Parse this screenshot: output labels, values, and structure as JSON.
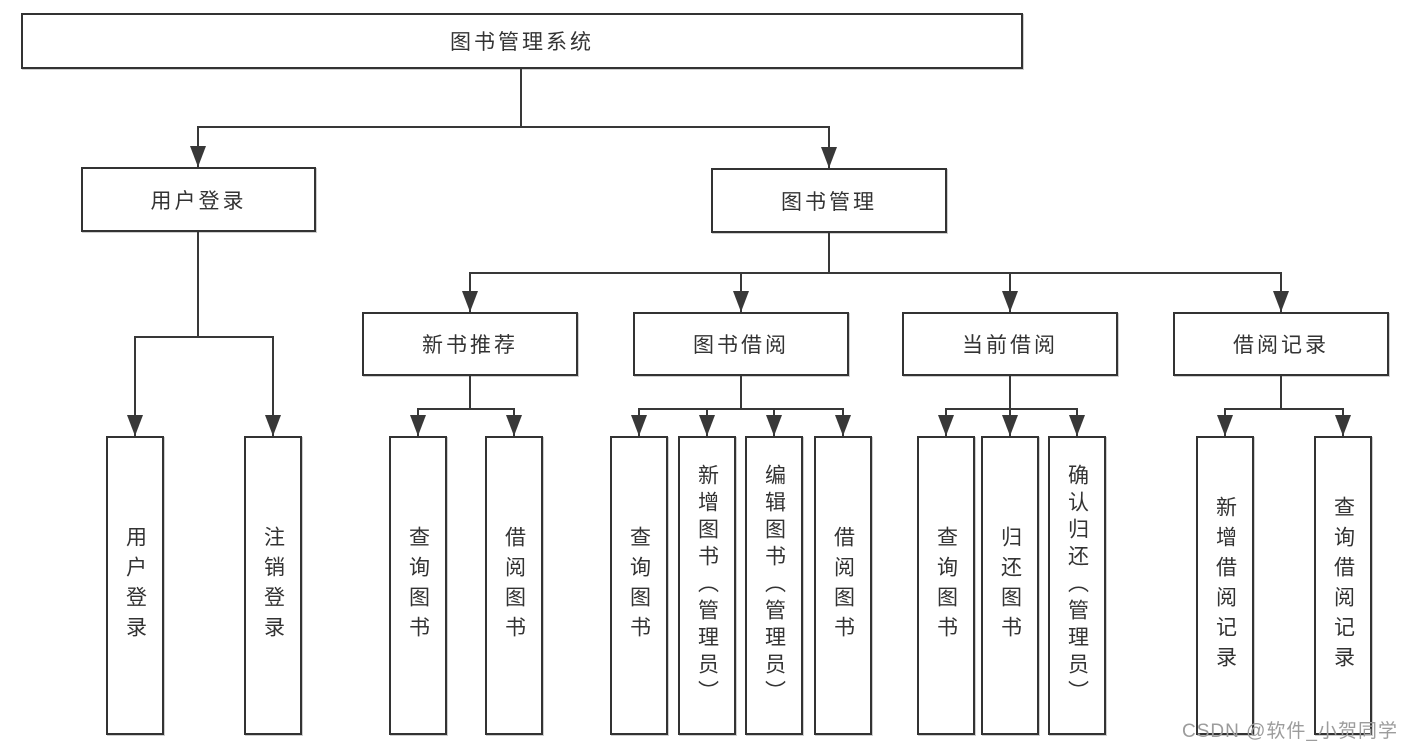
{
  "diagram": {
    "root": {
      "label": "图书管理系统"
    },
    "level2": [
      {
        "label": "用户登录"
      },
      {
        "label": "图书管理"
      }
    ],
    "level3": [
      {
        "label": "新书推荐"
      },
      {
        "label": "图书借阅"
      },
      {
        "label": "当前借阅"
      },
      {
        "label": "借阅记录"
      }
    ],
    "leaves": {
      "user_login": [
        "用户登录",
        "注销登录"
      ],
      "new_book": [
        "查询图书",
        "借阅图书"
      ],
      "book_borrow": [
        "查询图书",
        "新增图书（管理员）",
        "编辑图书（管理员）",
        "借阅图书"
      ],
      "current_borrow": [
        "查询图书",
        "归还图书",
        "确认归还（管理员）"
      ],
      "borrow_record": [
        "新增借阅记录",
        "查询借阅记录"
      ]
    }
  },
  "watermark": {
    "text": "CSDN @软件_小贺同学",
    "color": "#9c9c9c"
  },
  "colors": {
    "line": "#383838",
    "text": "#333333",
    "background": "#ffffff"
  }
}
